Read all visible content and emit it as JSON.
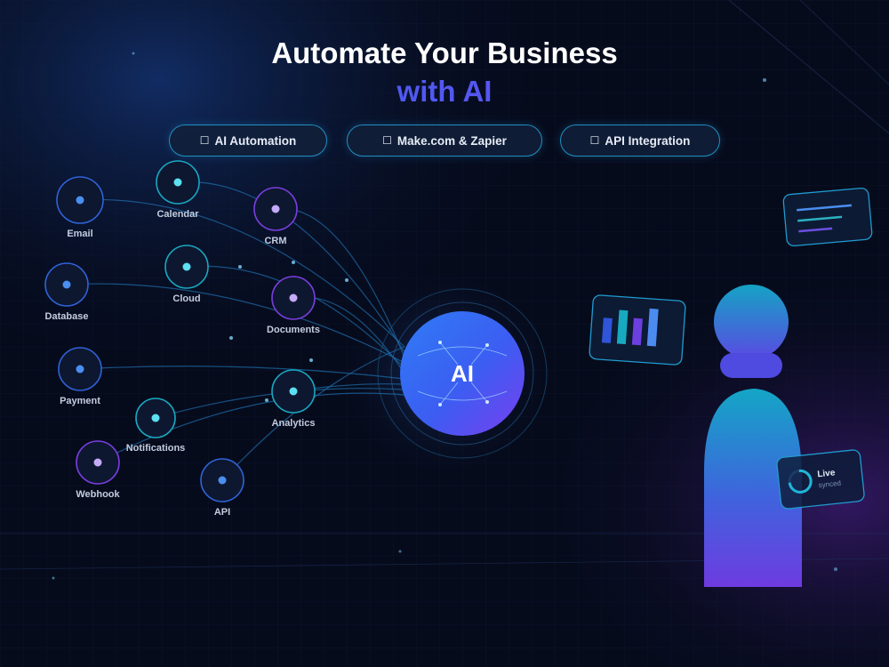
{
  "hero": {
    "title": "Automate Your Business",
    "subtitle": "with AI"
  },
  "pills": [
    {
      "icon": "☐",
      "label": "AI Automation"
    },
    {
      "icon": "☐",
      "label": "Make.com & Zapier"
    },
    {
      "icon": "☐",
      "label": "API Integration"
    }
  ],
  "hub": {
    "label": "AI"
  },
  "nodes": [
    {
      "label": "Email",
      "ring": "blue"
    },
    {
      "label": "Calendar",
      "ring": "teal"
    },
    {
      "label": "CRM",
      "ring": "purple"
    },
    {
      "label": "Database",
      "ring": "blue"
    },
    {
      "label": "Cloud",
      "ring": "teal"
    },
    {
      "label": "Documents",
      "ring": "purple"
    },
    {
      "label": "Payment",
      "ring": "blue"
    },
    {
      "label": "Analytics",
      "ring": "teal"
    },
    {
      "label": "Notifications",
      "ring": "teal"
    },
    {
      "label": "Webhook",
      "ring": "purple"
    },
    {
      "label": "API",
      "ring": "blue"
    }
  ],
  "status_card": {
    "title": "Live",
    "subtitle": "synced"
  },
  "colors": {
    "background": "#060b1c",
    "blue": "#2f63d8",
    "teal": "#19a8c0",
    "purple": "#7a3fe0",
    "accent": "#4a6cf7"
  }
}
